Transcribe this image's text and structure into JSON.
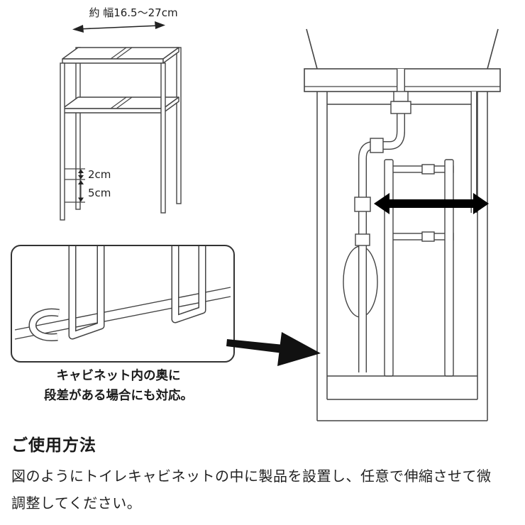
{
  "rack_diagram": {
    "width_label": "約 幅16.5〜27cm",
    "gap_label": "2cm",
    "foot_label": "5cm"
  },
  "callout": {
    "caption_line1": "キャビネット内の奥に",
    "caption_line2": "段差がある場合にも対応。"
  },
  "usage": {
    "heading": "ご使用方法",
    "body_line1": "図のようにトイレキャビネットの中に製品を設置し、任意で伸縮させて微",
    "body_line2": "調整してください。"
  },
  "colors": {
    "line": "#444444",
    "arrow_black": "#000000"
  }
}
